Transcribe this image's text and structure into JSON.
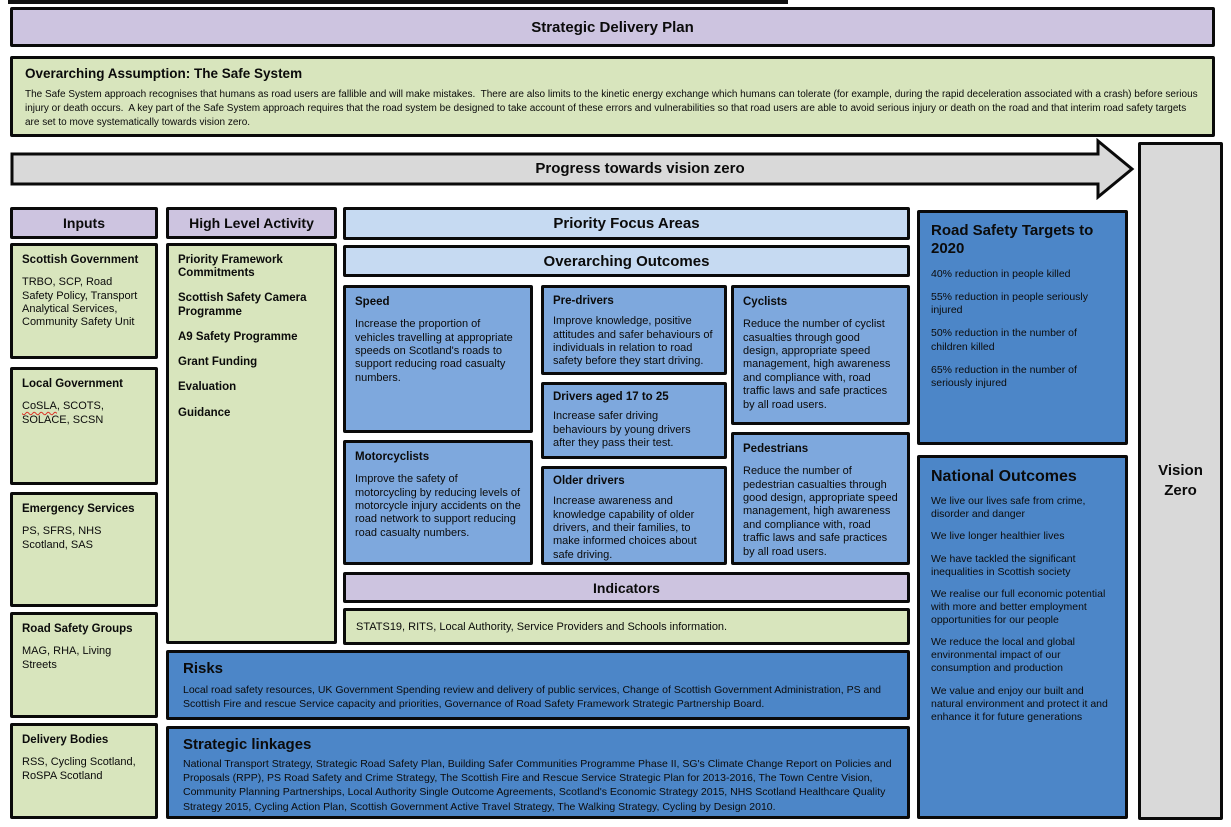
{
  "banner": {
    "title": "Strategic Delivery Plan"
  },
  "assumption": {
    "title": "Overarching Assumption: The Safe System",
    "body": "The Safe System approach recognises that humans as road users are fallible and will make mistakes.  There are also limits to the kinetic energy exchange which humans can tolerate (for example, during the rapid deceleration associated with a crash) before serious injury or death occurs.  A key part of the Safe System approach requires that the road system be designed to take account of these errors and vulnerabilities so that road users are able to avoid serious injury or death on the road and that interim road safety targets are set to move systematically towards vision zero."
  },
  "arrow": {
    "label": "Progress towards vision zero"
  },
  "inputs": {
    "header": "Inputs",
    "groups": [
      {
        "title": "Scottish Government",
        "body": "TRBO, SCP, Road Safety Policy, Transport Analytical Services, Community Safety Unit"
      },
      {
        "title": "Local Government",
        "word": "CoSLA",
        "rest": ", SCOTS, SOLACE, SCSN"
      },
      {
        "title": "Emergency Services",
        "body": "PS, SFRS, NHS Scotland, SAS"
      },
      {
        "title": "Road Safety Groups",
        "body": "MAG, RHA, Living Streets"
      },
      {
        "title": "Delivery Bodies",
        "body": "RSS, Cycling Scotland, RoSPA Scotland"
      }
    ]
  },
  "high_level_activity": {
    "header": "High Level Activity",
    "items": [
      "Priority Framework Commitments",
      "Scottish Safety Camera Programme",
      "A9 Safety Programme",
      "Grant Funding",
      "Evaluation",
      "Guidance"
    ]
  },
  "priority_focus": {
    "header": "Priority Focus Areas",
    "subheader": "Overarching Outcomes",
    "outcomes": [
      {
        "title": "Speed",
        "body": "Increase the proportion of vehicles travelling at appropriate speeds on Scotland's roads to support reducing road casualty numbers."
      },
      {
        "title": "Pre-drivers",
        "body": "Improve knowledge, positive attitudes and safer behaviours of individuals in relation to road safety before they start driving."
      },
      {
        "title": "Cyclists",
        "body": "Reduce the number of cyclist casualties through good design, appropriate speed management, high awareness and compliance with, road traffic laws and safe practices by all road users."
      },
      {
        "title": "Drivers aged 17 to 25",
        "body": "Increase safer driving behaviours by young drivers after they pass their test."
      },
      {
        "title": "Motorcyclists",
        "body": "Improve the safety of motorcycling by reducing levels of motorcycle injury accidents on the road network to support reducing road casualty numbers."
      },
      {
        "title": "Older drivers",
        "body": "Increase awareness and knowledge capability of older drivers, and their families, to make informed choices about safe driving."
      },
      {
        "title": "Pedestrians",
        "body": "Reduce the number of pedestrian casualties through good design, appropriate speed management, high awareness and compliance with, road traffic laws and safe practices by all road users."
      }
    ]
  },
  "indicators": {
    "header": "Indicators",
    "body": "STATS19, RITS, Local Authority, Service Providers and Schools information."
  },
  "risks": {
    "title": "Risks",
    "body": "Local road safety resources, UK Government Spending review and delivery of public services, Change of Scottish Government Administration, PS and Scottish Fire and rescue Service capacity and priorities, Governance of Road Safety Framework Strategic Partnership Board."
  },
  "strategic_linkages": {
    "title": "Strategic linkages",
    "body": "National Transport Strategy, Strategic Road Safety Plan, Building Safer Communities Programme Phase II, SG's Climate Change Report on Policies and Proposals (RPP), PS Road Safety and Crime Strategy, The Scottish Fire and Rescue Service Strategic Plan for 2013-2016, The Town Centre Vision, Community Planning Partnerships, Local Authority Single Outcome Agreements, Scotland's Economic Strategy 2015, NHS Scotland Healthcare Quality Strategy 2015, Cycling Action Plan, Scottish Government Active Travel Strategy, The Walking Strategy, Cycling by Design 2010."
  },
  "targets": {
    "title": "Road Safety Targets to 2020",
    "items": [
      "40% reduction in people killed",
      "55% reduction in people seriously injured",
      "50% reduction in the number of children killed",
      "65% reduction in the number of seriously injured"
    ]
  },
  "national_outcomes": {
    "title": "National Outcomes",
    "items": [
      "We live our lives safe from crime, disorder and danger",
      "We live longer healthier lives",
      "We have tackled the significant inequalities in Scottish society",
      "We realise our full economic potential with more and better employment opportunities for our people",
      "We reduce the local and global environmental impact of our consumption and production",
      "We value and enjoy our built and natural environment and protect it and enhance it for future generations"
    ]
  },
  "vision_zero": {
    "label": "Vision Zero"
  },
  "colors": {
    "header_purple": "#cdc4e0",
    "input_green": "#d8e5bd",
    "focus_lightblue": "#c6daf2",
    "outcome_midblue": "#7ea8dd",
    "emphasis_darkblue": "#4c86c8",
    "arrow_gray": "#d9d9d9",
    "border_black": "#0a0a0a"
  }
}
